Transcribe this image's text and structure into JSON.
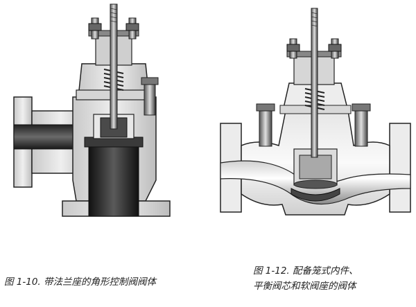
{
  "figures": [
    {
      "caption_lines": [
        "图 1-10. 带法兰座的角形控制阀阀体"
      ]
    },
    {
      "caption_lines": [
        "图 1-12.  配备笼式内件、",
        "平衡阀芯和软阀座的阀体"
      ]
    }
  ]
}
